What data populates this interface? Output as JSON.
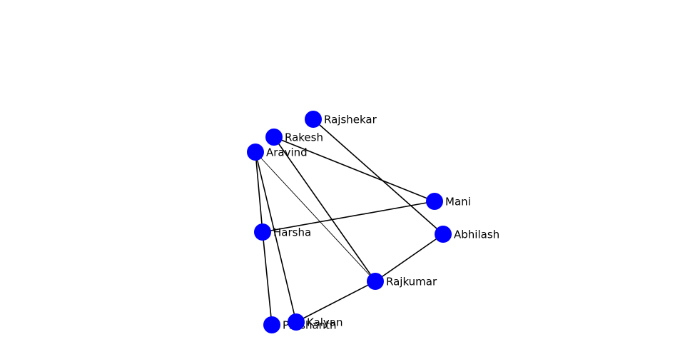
{
  "graph": {
    "node_color": "#0000ff",
    "edge_color": "#000000",
    "nodes": [
      {
        "id": "Rajshekar",
        "label": "Rajshekar"
      },
      {
        "id": "Rakesh",
        "label": "Rakesh"
      },
      {
        "id": "Aravind",
        "label": "Aravind"
      },
      {
        "id": "Mani",
        "label": "Mani"
      },
      {
        "id": "Abhilash",
        "label": "Abhilash"
      },
      {
        "id": "Harsha",
        "label": "Harsha"
      },
      {
        "id": "Rajkumar",
        "label": "Rajkumar"
      },
      {
        "id": "Prashanth",
        "label": "Prashanth"
      },
      {
        "id": "Kalyan",
        "label": "Kalyan"
      }
    ],
    "edges": [
      {
        "source": "Rajshekar",
        "target": "Abhilash"
      },
      {
        "source": "Rakesh",
        "target": "Mani"
      },
      {
        "source": "Rakesh",
        "target": "Rajkumar"
      },
      {
        "source": "Aravind",
        "target": "Rajkumar"
      },
      {
        "source": "Aravind",
        "target": "Harsha"
      },
      {
        "source": "Aravind",
        "target": "Kalyan"
      },
      {
        "source": "Harsha",
        "target": "Mani"
      },
      {
        "source": "Harsha",
        "target": "Prashanth"
      },
      {
        "source": "Abhilash",
        "target": "Rajkumar"
      },
      {
        "source": "Rajkumar",
        "target": "Kalyan"
      }
    ]
  }
}
